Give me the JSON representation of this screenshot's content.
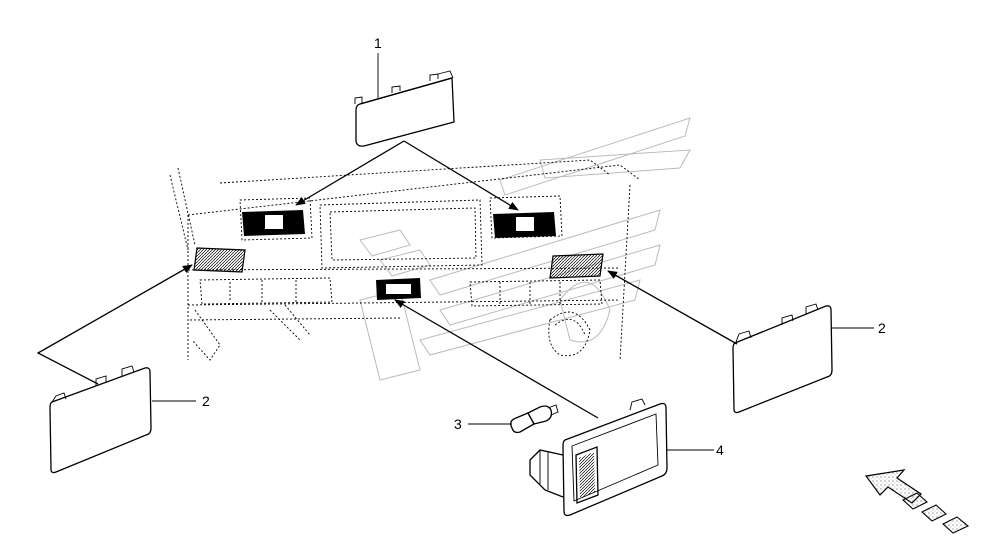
{
  "callouts": [
    {
      "id": "1",
      "label": "1"
    },
    {
      "id": "2a",
      "label": "2"
    },
    {
      "id": "2b",
      "label": "2"
    },
    {
      "id": "3",
      "label": "3"
    },
    {
      "id": "4",
      "label": "4"
    }
  ],
  "colors": {
    "line": "#000000",
    "watermark": "#bbbbbb",
    "direction_arrow": "#aaaaaa"
  },
  "icons": {
    "direction": "front-direction-arrow-icon",
    "watermark": "brand-watermark"
  }
}
